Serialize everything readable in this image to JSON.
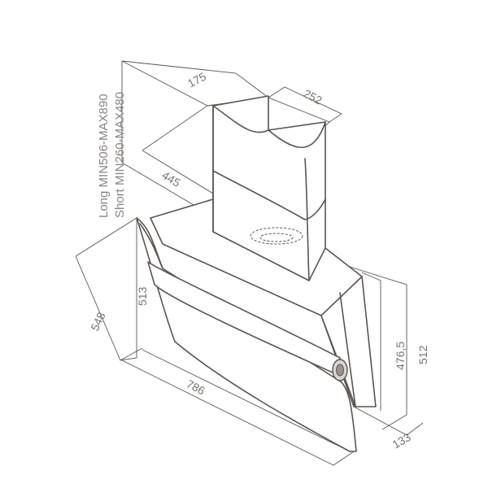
{
  "dimensions": {
    "d175": "175",
    "d252": "252",
    "d445": "445",
    "d548": "548",
    "d513": "513",
    "d786": "786",
    "d476": "476,5",
    "d512": "512",
    "d133": "133"
  },
  "chimney_notes": {
    "long": "Long MIN506-MAX890",
    "short": "Short MIN260-MAX480"
  },
  "colors": {
    "line": "#5a5350",
    "text": "#7a7370"
  }
}
